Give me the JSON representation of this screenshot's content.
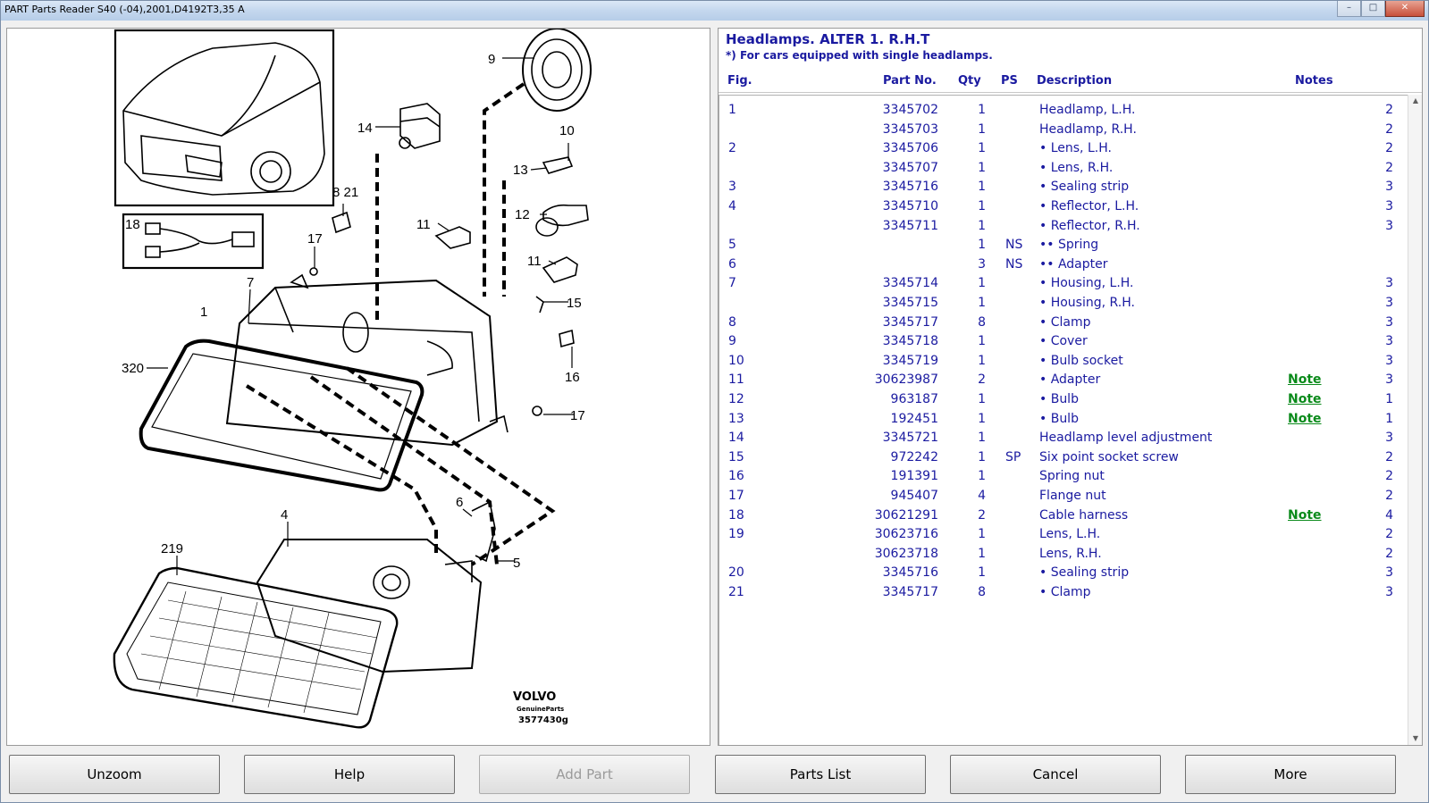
{
  "window": {
    "title": "PART Parts Reader S40 (-04),2001,D4192T3,35 A",
    "controls": [
      "minimize",
      "maximize",
      "close"
    ]
  },
  "diagram": {
    "callouts": [
      {
        "id": "c9",
        "text": "9"
      },
      {
        "id": "c14",
        "text": "14"
      },
      {
        "id": "c10",
        "text": "10"
      },
      {
        "id": "c13",
        "text": "13"
      },
      {
        "id": "c8-21",
        "text": "8 21"
      },
      {
        "id": "c18",
        "text": "18"
      },
      {
        "id": "c17a",
        "text": "17"
      },
      {
        "id": "c11a",
        "text": "11"
      },
      {
        "id": "c12",
        "text": "12"
      },
      {
        "id": "c11b",
        "text": "11"
      },
      {
        "id": "c7",
        "text": "7"
      },
      {
        "id": "c1",
        "text": "1"
      },
      {
        "id": "c15",
        "text": "15"
      },
      {
        "id": "c3-20",
        "text": "320"
      },
      {
        "id": "c16",
        "text": "16"
      },
      {
        "id": "c17b",
        "text": "17"
      },
      {
        "id": "c4",
        "text": "4"
      },
      {
        "id": "c6",
        "text": "6"
      },
      {
        "id": "c5",
        "text": "5"
      },
      {
        "id": "c2-19",
        "text": "219"
      }
    ],
    "brand": "VOLVO",
    "brand_sub": "GenuineParts",
    "drawing_no": "3577430g"
  },
  "parts": {
    "title": "Headlamps. ALTER 1. R.H.T",
    "subtitle": "*) For cars equipped with single headlamps.",
    "headers": {
      "fig": "Fig.",
      "part_no": "Part No.",
      "qty": "Qty",
      "ps": "PS",
      "description": "Description",
      "notes": "Notes"
    },
    "rows": [
      {
        "fig": "1",
        "part": "3345702",
        "qty": "1",
        "ps": "",
        "desc": "Headlamp, L.H.",
        "note": "",
        "num": "2"
      },
      {
        "fig": "",
        "part": "3345703",
        "qty": "1",
        "ps": "",
        "desc": "Headlamp, R.H.",
        "note": "",
        "num": "2"
      },
      {
        "fig": "2",
        "part": "3345706",
        "qty": "1",
        "ps": "",
        "desc": "• Lens, L.H.",
        "note": "",
        "num": "2"
      },
      {
        "fig": "",
        "part": "3345707",
        "qty": "1",
        "ps": "",
        "desc": "• Lens, R.H.",
        "note": "",
        "num": "2"
      },
      {
        "fig": "3",
        "part": "3345716",
        "qty": "1",
        "ps": "",
        "desc": "• Sealing strip",
        "note": "",
        "num": "3"
      },
      {
        "fig": "4",
        "part": "3345710",
        "qty": "1",
        "ps": "",
        "desc": "• Reflector, L.H.",
        "note": "",
        "num": "3"
      },
      {
        "fig": "",
        "part": "3345711",
        "qty": "1",
        "ps": "",
        "desc": "• Reflector, R.H.",
        "note": "",
        "num": "3"
      },
      {
        "fig": "5",
        "part": "",
        "qty": "1",
        "ps": "NS",
        "desc": "•• Spring",
        "note": "",
        "num": ""
      },
      {
        "fig": "6",
        "part": "",
        "qty": "3",
        "ps": "NS",
        "desc": "•• Adapter",
        "note": "",
        "num": ""
      },
      {
        "fig": "7",
        "part": "3345714",
        "qty": "1",
        "ps": "",
        "desc": "• Housing, L.H.",
        "note": "",
        "num": "3"
      },
      {
        "fig": "",
        "part": "3345715",
        "qty": "1",
        "ps": "",
        "desc": "• Housing, R.H.",
        "note": "",
        "num": "3"
      },
      {
        "fig": "8",
        "part": "3345717",
        "qty": "8",
        "ps": "",
        "desc": "• Clamp",
        "note": "",
        "num": "3"
      },
      {
        "fig": "9",
        "part": "3345718",
        "qty": "1",
        "ps": "",
        "desc": "• Cover",
        "note": "",
        "num": "3"
      },
      {
        "fig": "10",
        "part": "3345719",
        "qty": "1",
        "ps": "",
        "desc": "• Bulb socket",
        "note": "",
        "num": "3"
      },
      {
        "fig": "11",
        "part": "30623987",
        "qty": "2",
        "ps": "",
        "desc": "• Adapter",
        "note": "Note",
        "num": "3"
      },
      {
        "fig": "12",
        "part": "963187",
        "qty": "1",
        "ps": "",
        "desc": "• Bulb",
        "note": "Note",
        "num": "1"
      },
      {
        "fig": "13",
        "part": "192451",
        "qty": "1",
        "ps": "",
        "desc": "• Bulb",
        "note": "Note",
        "num": "1"
      },
      {
        "fig": "14",
        "part": "3345721",
        "qty": "1",
        "ps": "",
        "desc": "Headlamp level adjustment",
        "note": "",
        "num": "3"
      },
      {
        "fig": "15",
        "part": "972242",
        "qty": "1",
        "ps": "SP",
        "desc": "Six point socket screw",
        "note": "",
        "num": "2"
      },
      {
        "fig": "16",
        "part": "191391",
        "qty": "1",
        "ps": "",
        "desc": "Spring nut",
        "note": "",
        "num": "2"
      },
      {
        "fig": "17",
        "part": "945407",
        "qty": "4",
        "ps": "",
        "desc": "Flange nut",
        "note": "",
        "num": "2"
      },
      {
        "fig": "18",
        "part": "30621291",
        "qty": "2",
        "ps": "",
        "desc": "Cable harness",
        "note": "Note",
        "num": "4"
      },
      {
        "fig": "19",
        "part": "30623716",
        "qty": "1",
        "ps": "",
        "desc": "Lens, L.H.",
        "note": "",
        "num": "2"
      },
      {
        "fig": "",
        "part": "30623718",
        "qty": "1",
        "ps": "",
        "desc": "Lens, R.H.",
        "note": "",
        "num": "2"
      },
      {
        "fig": "20",
        "part": "3345716",
        "qty": "1",
        "ps": "",
        "desc": "• Sealing strip",
        "note": "",
        "num": "3"
      },
      {
        "fig": "21",
        "part": "3345717",
        "qty": "8",
        "ps": "",
        "desc": "• Clamp",
        "note": "",
        "num": "3"
      }
    ]
  },
  "buttons": {
    "unzoom": "Unzoom",
    "help": "Help",
    "add_part": "Add Part",
    "parts_list": "Parts List",
    "cancel": "Cancel",
    "more": "More"
  }
}
